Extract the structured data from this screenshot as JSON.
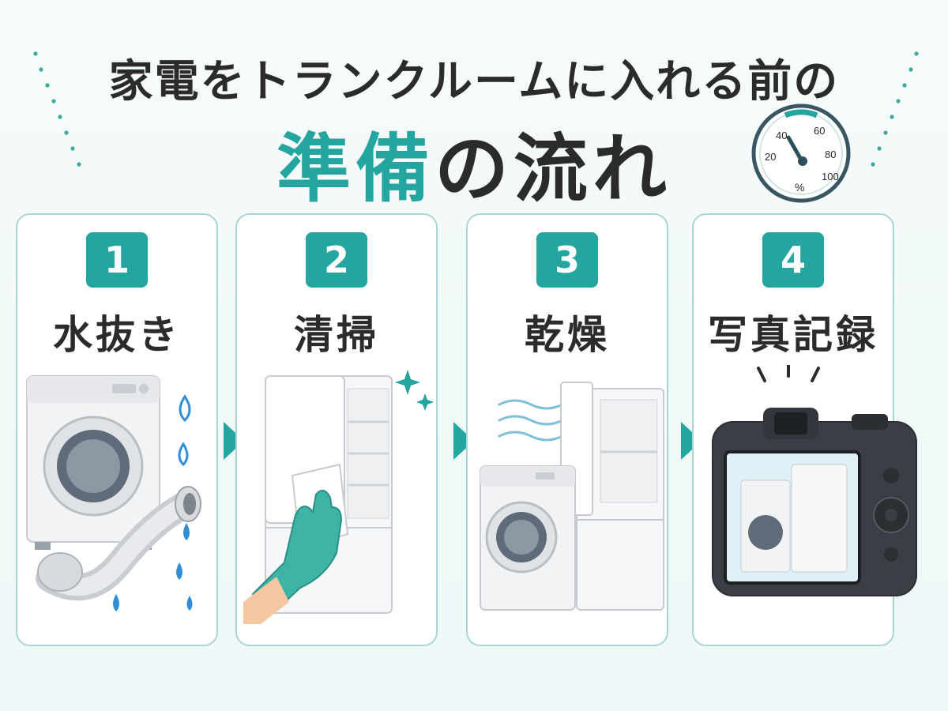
{
  "header": {
    "title_line1": "家電をトランクルームに入れる前の",
    "title_line2_highlight": "準備",
    "title_line2_rest": "の流れ"
  },
  "gauge": {
    "ticks": [
      "20",
      "40",
      "60",
      "80",
      "100"
    ],
    "unit": "%",
    "needle_value": 40,
    "accent_color": "#24a5a0"
  },
  "steps": [
    {
      "number": "1",
      "label": "水抜き",
      "icon": "washing-machine-hose-water-drops-icon"
    },
    {
      "number": "2",
      "label": "清掃",
      "icon": "refrigerator-wiping-glove-icon"
    },
    {
      "number": "3",
      "label": "乾燥",
      "icon": "appliances-airflow-icon"
    },
    {
      "number": "4",
      "label": "写真記録",
      "icon": "camera-photo-icon"
    }
  ],
  "colors": {
    "accent": "#24a5a0",
    "text": "#2b2b2b",
    "card_border": "#a9d6d3",
    "water": "#2f8fd6"
  }
}
